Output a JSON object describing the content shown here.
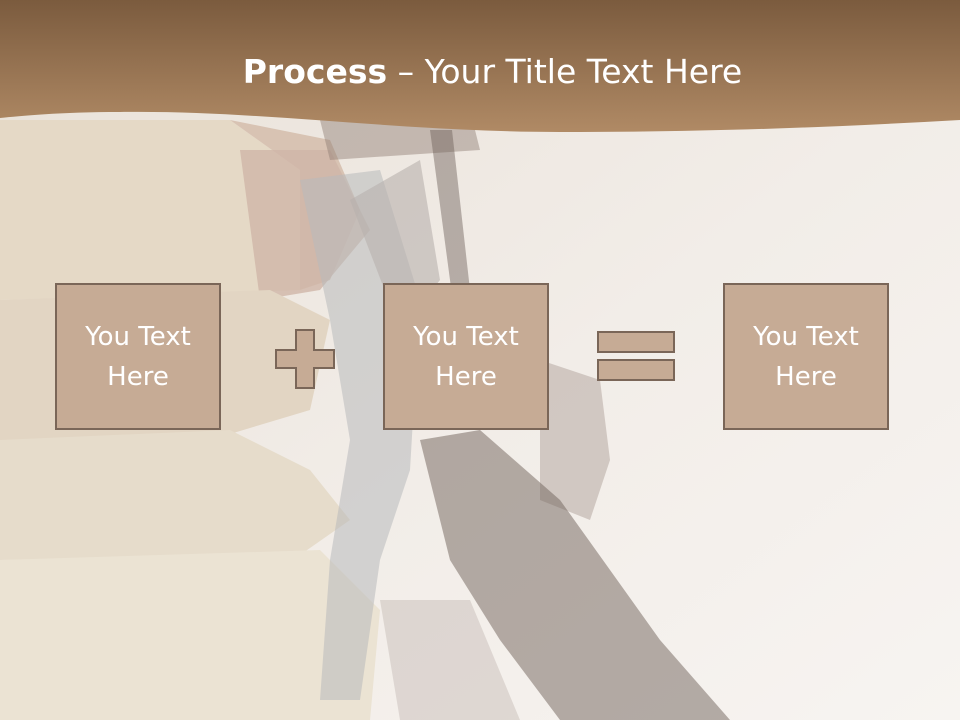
{
  "title": {
    "bold": "Process",
    "rest": " – Your Title Text Here"
  },
  "process": {
    "items": [
      {
        "label": "You Text Here"
      },
      {
        "label": "You Text Here"
      },
      {
        "label": "You Text Here"
      }
    ],
    "operators": [
      "plus",
      "equals"
    ]
  },
  "colors": {
    "header_dark": "#7b5b3e",
    "header_light": "#b08a65",
    "box_fill": "#c6ab95",
    "box_border": "#7a6658",
    "text": "#ffffff"
  },
  "background": {
    "image": "faded books stack with graduation cap tassel"
  }
}
